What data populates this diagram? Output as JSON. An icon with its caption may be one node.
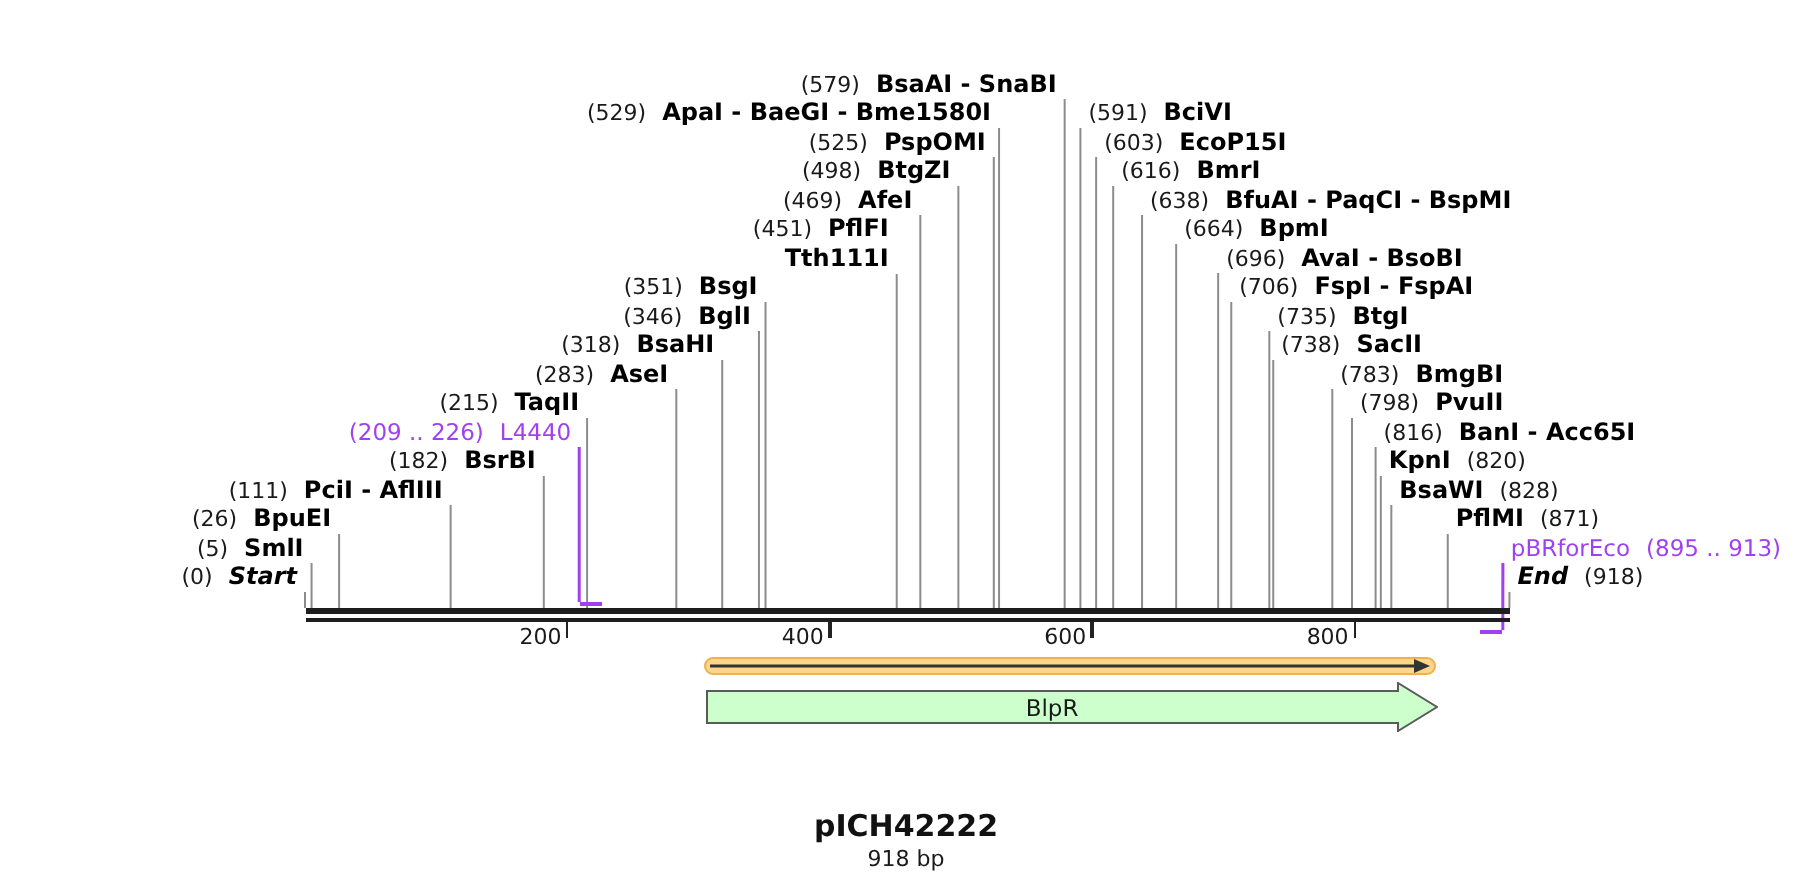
{
  "diagram": {
    "title": "pICH42222",
    "caption": "918 bp",
    "nodes": [
      {
        "text": [
          "(0)",
          "Start"
        ]
      },
      {
        "text": [
          "(5)",
          "SmlI"
        ]
      },
      {
        "text": [
          "(26)",
          "BpuEI"
        ]
      },
      {
        "text": [
          "(111)",
          "PciI - AflIII"
        ]
      },
      {
        "text": [
          "(182)",
          "BsrBI"
        ]
      },
      {
        "text": [
          "(209 .. 226)",
          "L4440"
        ]
      },
      {
        "text": [
          "(215)",
          "TaqII"
        ]
      },
      {
        "text": [
          "(283)",
          "AseI"
        ]
      },
      {
        "text": [
          "(318)",
          "BsaHI"
        ]
      },
      {
        "text": [
          "(346)",
          "BglI"
        ]
      },
      {
        "text": [
          "(351)",
          "BsgI"
        ]
      },
      {
        "text": [
          "(451)",
          "PflFI",
          "Tth111I"
        ]
      },
      {
        "text": [
          "(469)",
          "AfeI"
        ]
      },
      {
        "text": [
          "(498)",
          "BtgZI"
        ]
      },
      {
        "text": [
          "(525)",
          "PspOMI"
        ]
      },
      {
        "text": [
          "(529)",
          "ApaI - BaeGI - Bme1580I"
        ]
      },
      {
        "text": [
          "(579)",
          "BsaAI - SnaBI"
        ]
      },
      {
        "text": [
          "(591)",
          "BciVI"
        ]
      },
      {
        "text": [
          "(603)",
          "EcoP15I"
        ]
      },
      {
        "text": [
          "(616)",
          "BmrI"
        ]
      },
      {
        "text": [
          "(638)",
          "BfuAI - PaqCI - BspMI"
        ]
      },
      {
        "text": [
          "(664)",
          "BpmI"
        ]
      },
      {
        "text": [
          "(696)",
          "AvaI - BsoBI"
        ]
      },
      {
        "text": [
          "(706)",
          "FspI - FspAI"
        ]
      },
      {
        "text": [
          "(735)",
          "BtgI"
        ]
      },
      {
        "text": [
          "(738)",
          "SacII"
        ]
      },
      {
        "text": [
          "(783)",
          "BmgBI"
        ]
      },
      {
        "text": [
          "(798)",
          "PvuII"
        ]
      },
      {
        "text": [
          "(816)",
          "BanI - Acc65I"
        ]
      },
      {
        "text": [
          "KpnI",
          "(820)"
        ]
      },
      {
        "text": [
          "BsaWI",
          "(828)"
        ]
      },
      {
        "text": [
          "PflMI",
          "(871)"
        ]
      },
      {
        "text": [
          "pBRforEco",
          "(895 .. 913)"
        ]
      },
      {
        "text": [
          "End",
          "(918)"
        ]
      },
      {
        "text": [],
        "shape": "bar"
      },
      {
        "text": [],
        "shape": "bar"
      },
      {
        "text": [],
        "shape": "bar"
      },
      {
        "text": [],
        "shape": "arrow"
      },
      {
        "text": [
          "BlpR"
        ]
      }
    ],
    "edges": [
      {
        "from": 0,
        "to": 35,
        "arrow": "none"
      },
      {
        "from": 1,
        "to": 35,
        "arrow": "none"
      },
      {
        "from": 2,
        "to": 35,
        "arrow": "none"
      },
      {
        "from": 3,
        "to": 35,
        "arrow": "none"
      },
      {
        "from": 4,
        "to": 35,
        "arrow": "none"
      },
      {
        "from": 5,
        "to": 34,
        "arrow": "none",
        "color": "#a040f0"
      },
      {
        "from": 6,
        "to": 35,
        "arrow": "none"
      },
      {
        "from": 7,
        "to": 35,
        "arrow": "none"
      },
      {
        "from": 8,
        "to": 35,
        "arrow": "none"
      },
      {
        "from": 9,
        "to": 35,
        "arrow": "none"
      },
      {
        "from": 10,
        "to": 35,
        "arrow": "none"
      },
      {
        "from": 11,
        "to": 35,
        "arrow": "none"
      },
      {
        "from": 12,
        "to": 35,
        "arrow": "none"
      },
      {
        "from": 13,
        "to": 35,
        "arrow": "none"
      },
      {
        "from": 14,
        "to": 35,
        "arrow": "none"
      },
      {
        "from": 15,
        "to": 35,
        "arrow": "none"
      },
      {
        "from": 16,
        "to": 35,
        "arrow": "none"
      },
      {
        "from": 17,
        "to": 35,
        "arrow": "none"
      },
      {
        "from": 18,
        "to": 35,
        "arrow": "none"
      },
      {
        "from": 19,
        "to": 35,
        "arrow": "none"
      },
      {
        "from": 20,
        "to": 35,
        "arrow": "none"
      },
      {
        "from": 21,
        "to": 35,
        "arrow": "none"
      },
      {
        "from": 22,
        "to": 35,
        "arrow": "none"
      },
      {
        "from": 23,
        "to": 35,
        "arrow": "none"
      },
      {
        "from": 24,
        "to": 35,
        "arrow": "none"
      },
      {
        "from": 25,
        "to": 35,
        "arrow": "none"
      },
      {
        "from": 26,
        "to": 35,
        "arrow": "none"
      },
      {
        "from": 27,
        "to": 35,
        "arrow": "none"
      },
      {
        "from": 28,
        "to": 35,
        "arrow": "none"
      },
      {
        "from": 29,
        "to": 35,
        "arrow": "none"
      },
      {
        "from": 30,
        "to": 35,
        "arrow": "none"
      },
      {
        "from": 31,
        "to": 35,
        "arrow": "none"
      },
      {
        "from": 32,
        "to": 36,
        "arrow": "none",
        "color": "#a040f0"
      },
      {
        "from": 33,
        "to": 35,
        "arrow": "none"
      }
    ],
    "labels": [
      "200",
      "400",
      "600",
      "800"
    ]
  }
}
